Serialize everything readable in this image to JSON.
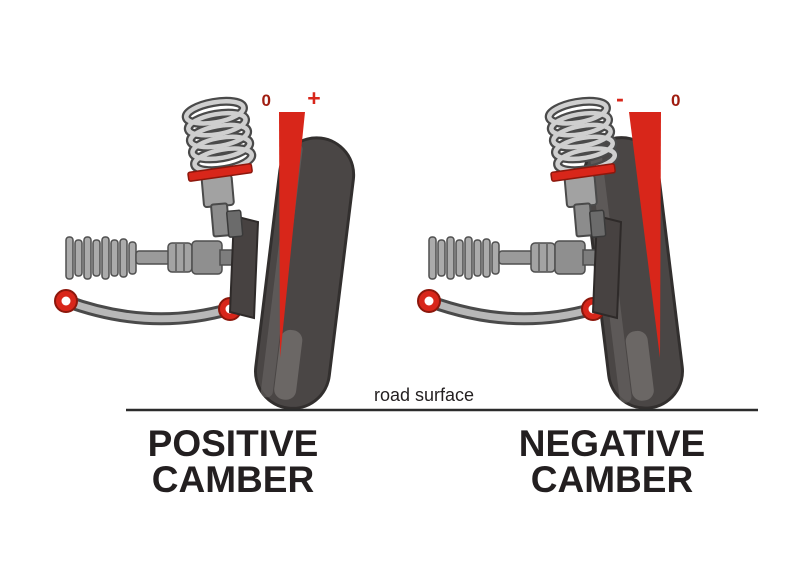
{
  "diagram": {
    "road_label": "road surface",
    "panels": {
      "left": {
        "title_line1": "POSITIVE",
        "title_line2": "CAMBER",
        "gauge_zero": "0",
        "gauge_sign": "+"
      },
      "right": {
        "title_line1": "NEGATIVE",
        "title_line2": "CAMBER",
        "gauge_sign": "-",
        "gauge_zero": "0"
      }
    }
  },
  "colors": {
    "accent_red": "#d8261a",
    "dark_red": "#a01d10",
    "tire": "#4a4645",
    "tire_outline": "#322f2e",
    "metal_light": "#b8b8b8",
    "metal_dark": "#4a4a4a",
    "text": "#231f20",
    "background": "#ffffff"
  }
}
